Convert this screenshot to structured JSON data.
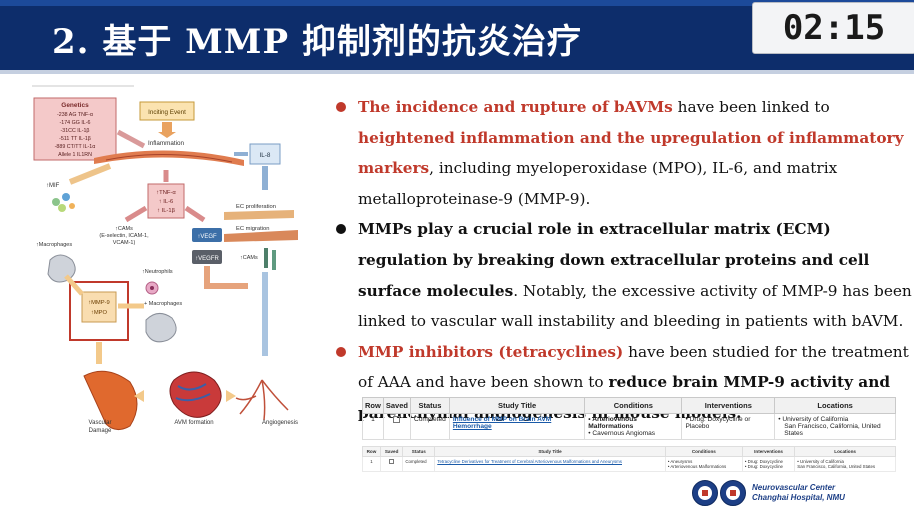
{
  "header": {
    "title": "2. 基于 MMP 抑制剂的抗炎治疗",
    "timer": "02:15"
  },
  "diagram": {
    "genetics_title": "Genetics",
    "genetics": [
      "-238 AG TNF-α",
      "-174 GG IL-6",
      "-31CC IL-1β",
      "-511 TT IL-1β",
      "-889 CT/TT IL-1α",
      "Allele 1 IL1RN"
    ],
    "inciting_event": "Inciting Event",
    "inflammation": "Inflammation",
    "il8": "IL-8",
    "mif": "↑MIF",
    "cytokines": [
      "↑TNF-α",
      "↑ IL-6",
      "↑ IL-1β"
    ],
    "ec_proliferation": "EC proliferation",
    "ec_migration": "EC migration",
    "cams": [
      "↑CAMs",
      "(E-selectin, ICAM-1,",
      "VCAM-1)"
    ],
    "vegf": "↑VEGF",
    "vegfr": "↑VEGFR",
    "cams_right": "↑CAMs",
    "macrophages_left": "↑Macrophages",
    "neutrophils": "↑Neutrophils",
    "macrophages_mid": "+ Macrophages",
    "mmp_box": [
      "↑MMP-9",
      "↑MPO"
    ],
    "outcomes": [
      "Vascular Damage",
      "AVM formation",
      "Angiogenesis"
    ]
  },
  "bullets": [
    {
      "color": "#c0392b",
      "parts": [
        {
          "t": "The incidence and rupture of bAVMs",
          "s": "red"
        },
        {
          "t": " have been linked to ",
          "s": ""
        },
        {
          "t": "heightened inflammation and the upregulation of inflammatory markers",
          "s": "red"
        },
        {
          "t": ", including myeloperoxidase (MPO), IL-6, and matrix metalloproteinase-9 (MMP-9).",
          "s": ""
        }
      ]
    },
    {
      "color": "#111111",
      "parts": [
        {
          "t": "MMPs play a crucial role in extracellular matrix (ECM) regulation by breaking down extracellular proteins and cell surface molecules",
          "s": "b"
        },
        {
          "t": ". Notably, the excessive activity of MMP-9 has been linked to vascular wall instability and bleeding in patients with bAVM.",
          "s": ""
        }
      ]
    },
    {
      "color": "#c0392b",
      "parts": [
        {
          "t": "MMP inhibitors (tetracyclines)",
          "s": "red"
        },
        {
          "t": " have been studied for the treatment of AAA and have been shown to ",
          "s": ""
        },
        {
          "t": "reduce brain MMP-9 activity and parenchymal angiogenesis in mouse models.",
          "s": "b"
        }
      ]
    }
  ],
  "table1": {
    "headers": [
      "Row",
      "Saved",
      "Status",
      "Study Title",
      "Conditions",
      "Interventions",
      "Locations"
    ],
    "row": {
      "num": "1",
      "status": "Completed",
      "title": "Influence of MMP on Brain AVM Hemorrhage",
      "conditions": [
        "Arteriovenous Malformations",
        "Cavernous Angiomas"
      ],
      "interventions": [
        "Drug: Doxycycline or Placebo"
      ],
      "locations": [
        "University of California",
        "San Francisco, California, United States"
      ]
    }
  },
  "table2": {
    "headers": [
      "Row",
      "Saved",
      "Status",
      "Study Title",
      "Conditions",
      "Interventions",
      "Locations"
    ],
    "row": {
      "num": "1",
      "status": "Completed",
      "title": "Tetracycline Derivatives for Treatment of Cerebral Arteriovenous Malformations and Aneurysms",
      "conditions": [
        "Aneurysms",
        "Arteriovenous Malformations"
      ],
      "interventions": [
        "Drug: Doxycycline",
        "Drug: Doxycycline"
      ],
      "locations": [
        "University of California",
        "San Francisco, California, United States"
      ]
    }
  },
  "footer": {
    "line1": "Neurovascular Center",
    "line2": "Changhai Hospital, NMU"
  }
}
